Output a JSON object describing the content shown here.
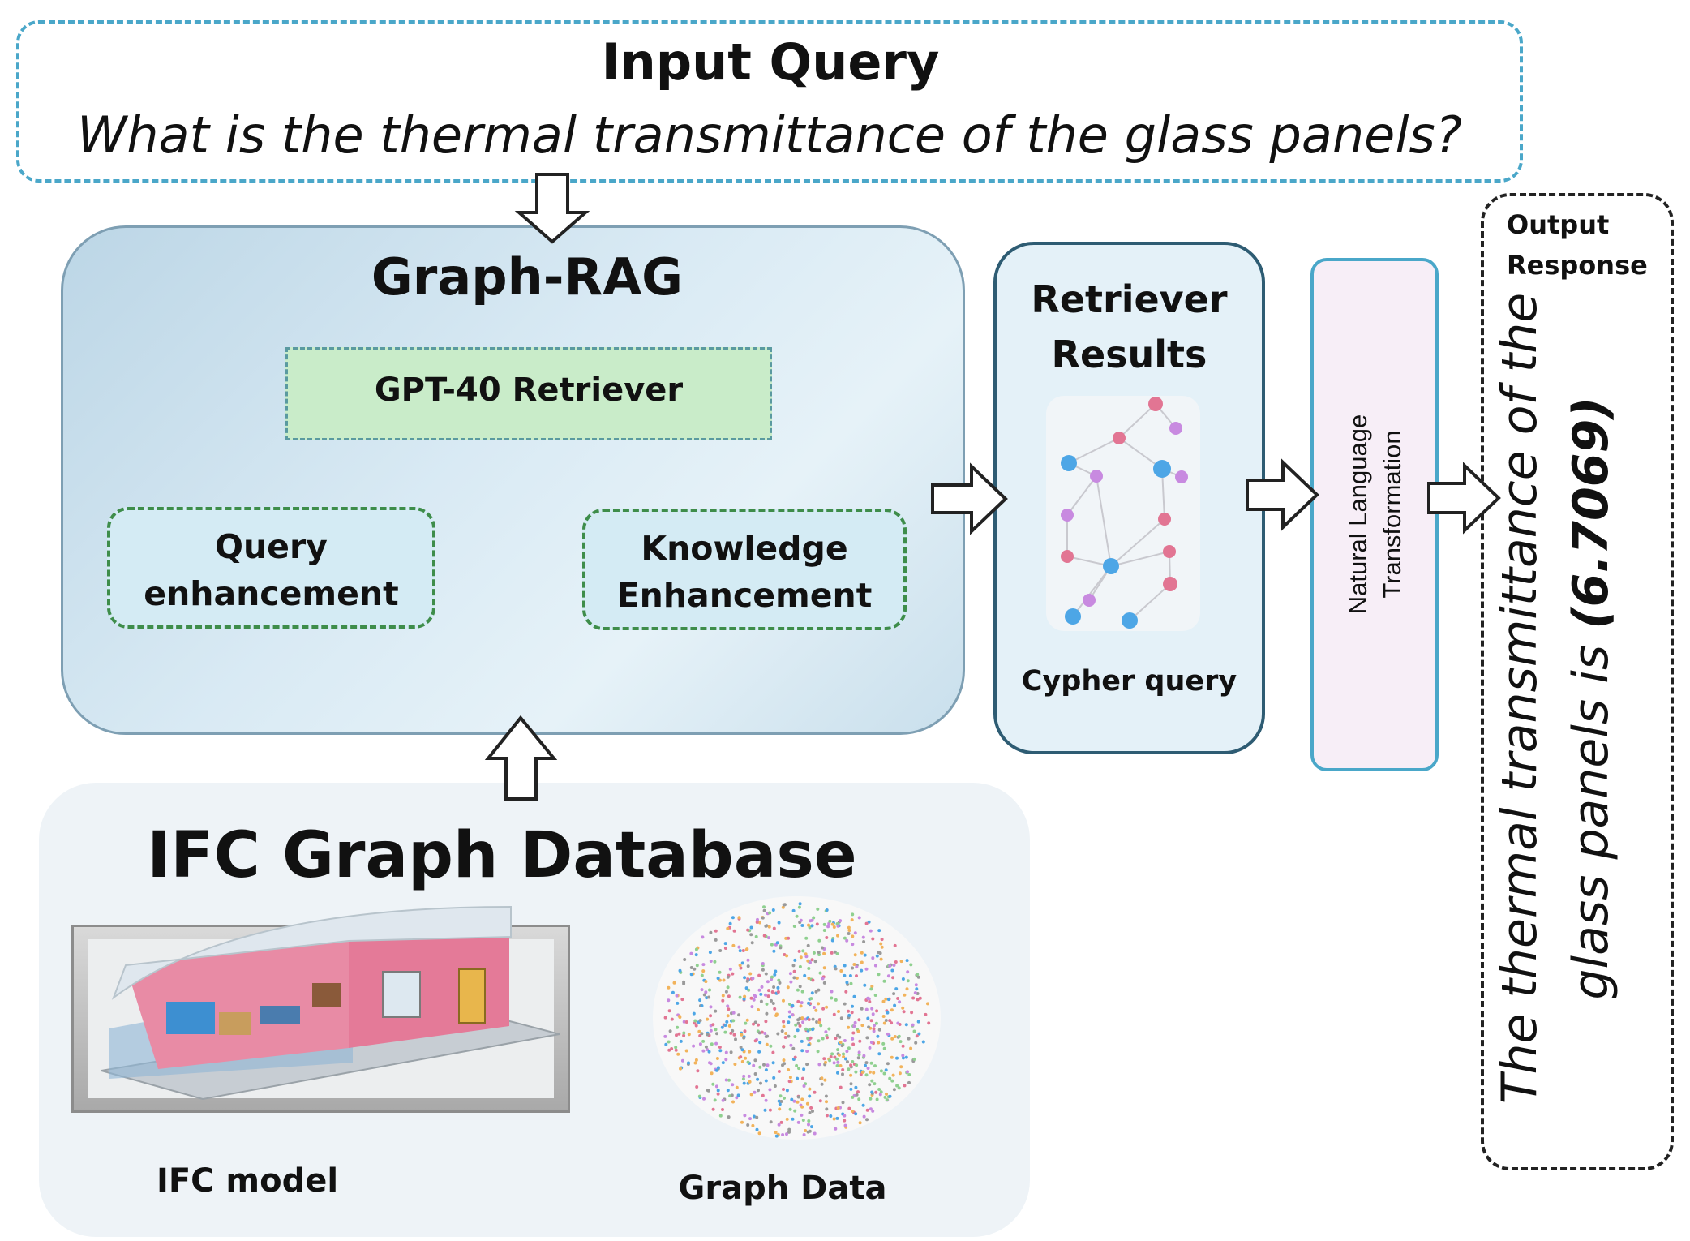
{
  "input": {
    "title": "Input Query",
    "question": "What is the thermal transmittance of the glass panels?"
  },
  "graph_rag": {
    "title": "Graph-RAG",
    "retriever": "GPT-40 Retriever",
    "query_enhancement": "Query\nenhancement",
    "knowledge_enhancement": "Knowledge\nEnhancement"
  },
  "retriever_results": {
    "title": "Retriever\nResults",
    "caption": "Cypher query"
  },
  "nl_transformation": "Natural Language\nTransformation",
  "output": {
    "label": "Output\nResponse",
    "answer_prefix": "The thermal transmittance of the",
    "answer_line2_prefix": "glass panels is ",
    "answer_value": "(6.7069)"
  },
  "ifc_database": {
    "title": "IFC Graph Database",
    "model_label": "IFC model",
    "graph_label": "Graph Data"
  },
  "colors": {
    "query_border": "#4aa7c9",
    "enhancement_border": "#3e8d4a",
    "retriever_fill": "#c9ecc9",
    "node_blue": "#4da6e6",
    "node_pink": "#e27593",
    "node_purple": "#c88ae0"
  }
}
